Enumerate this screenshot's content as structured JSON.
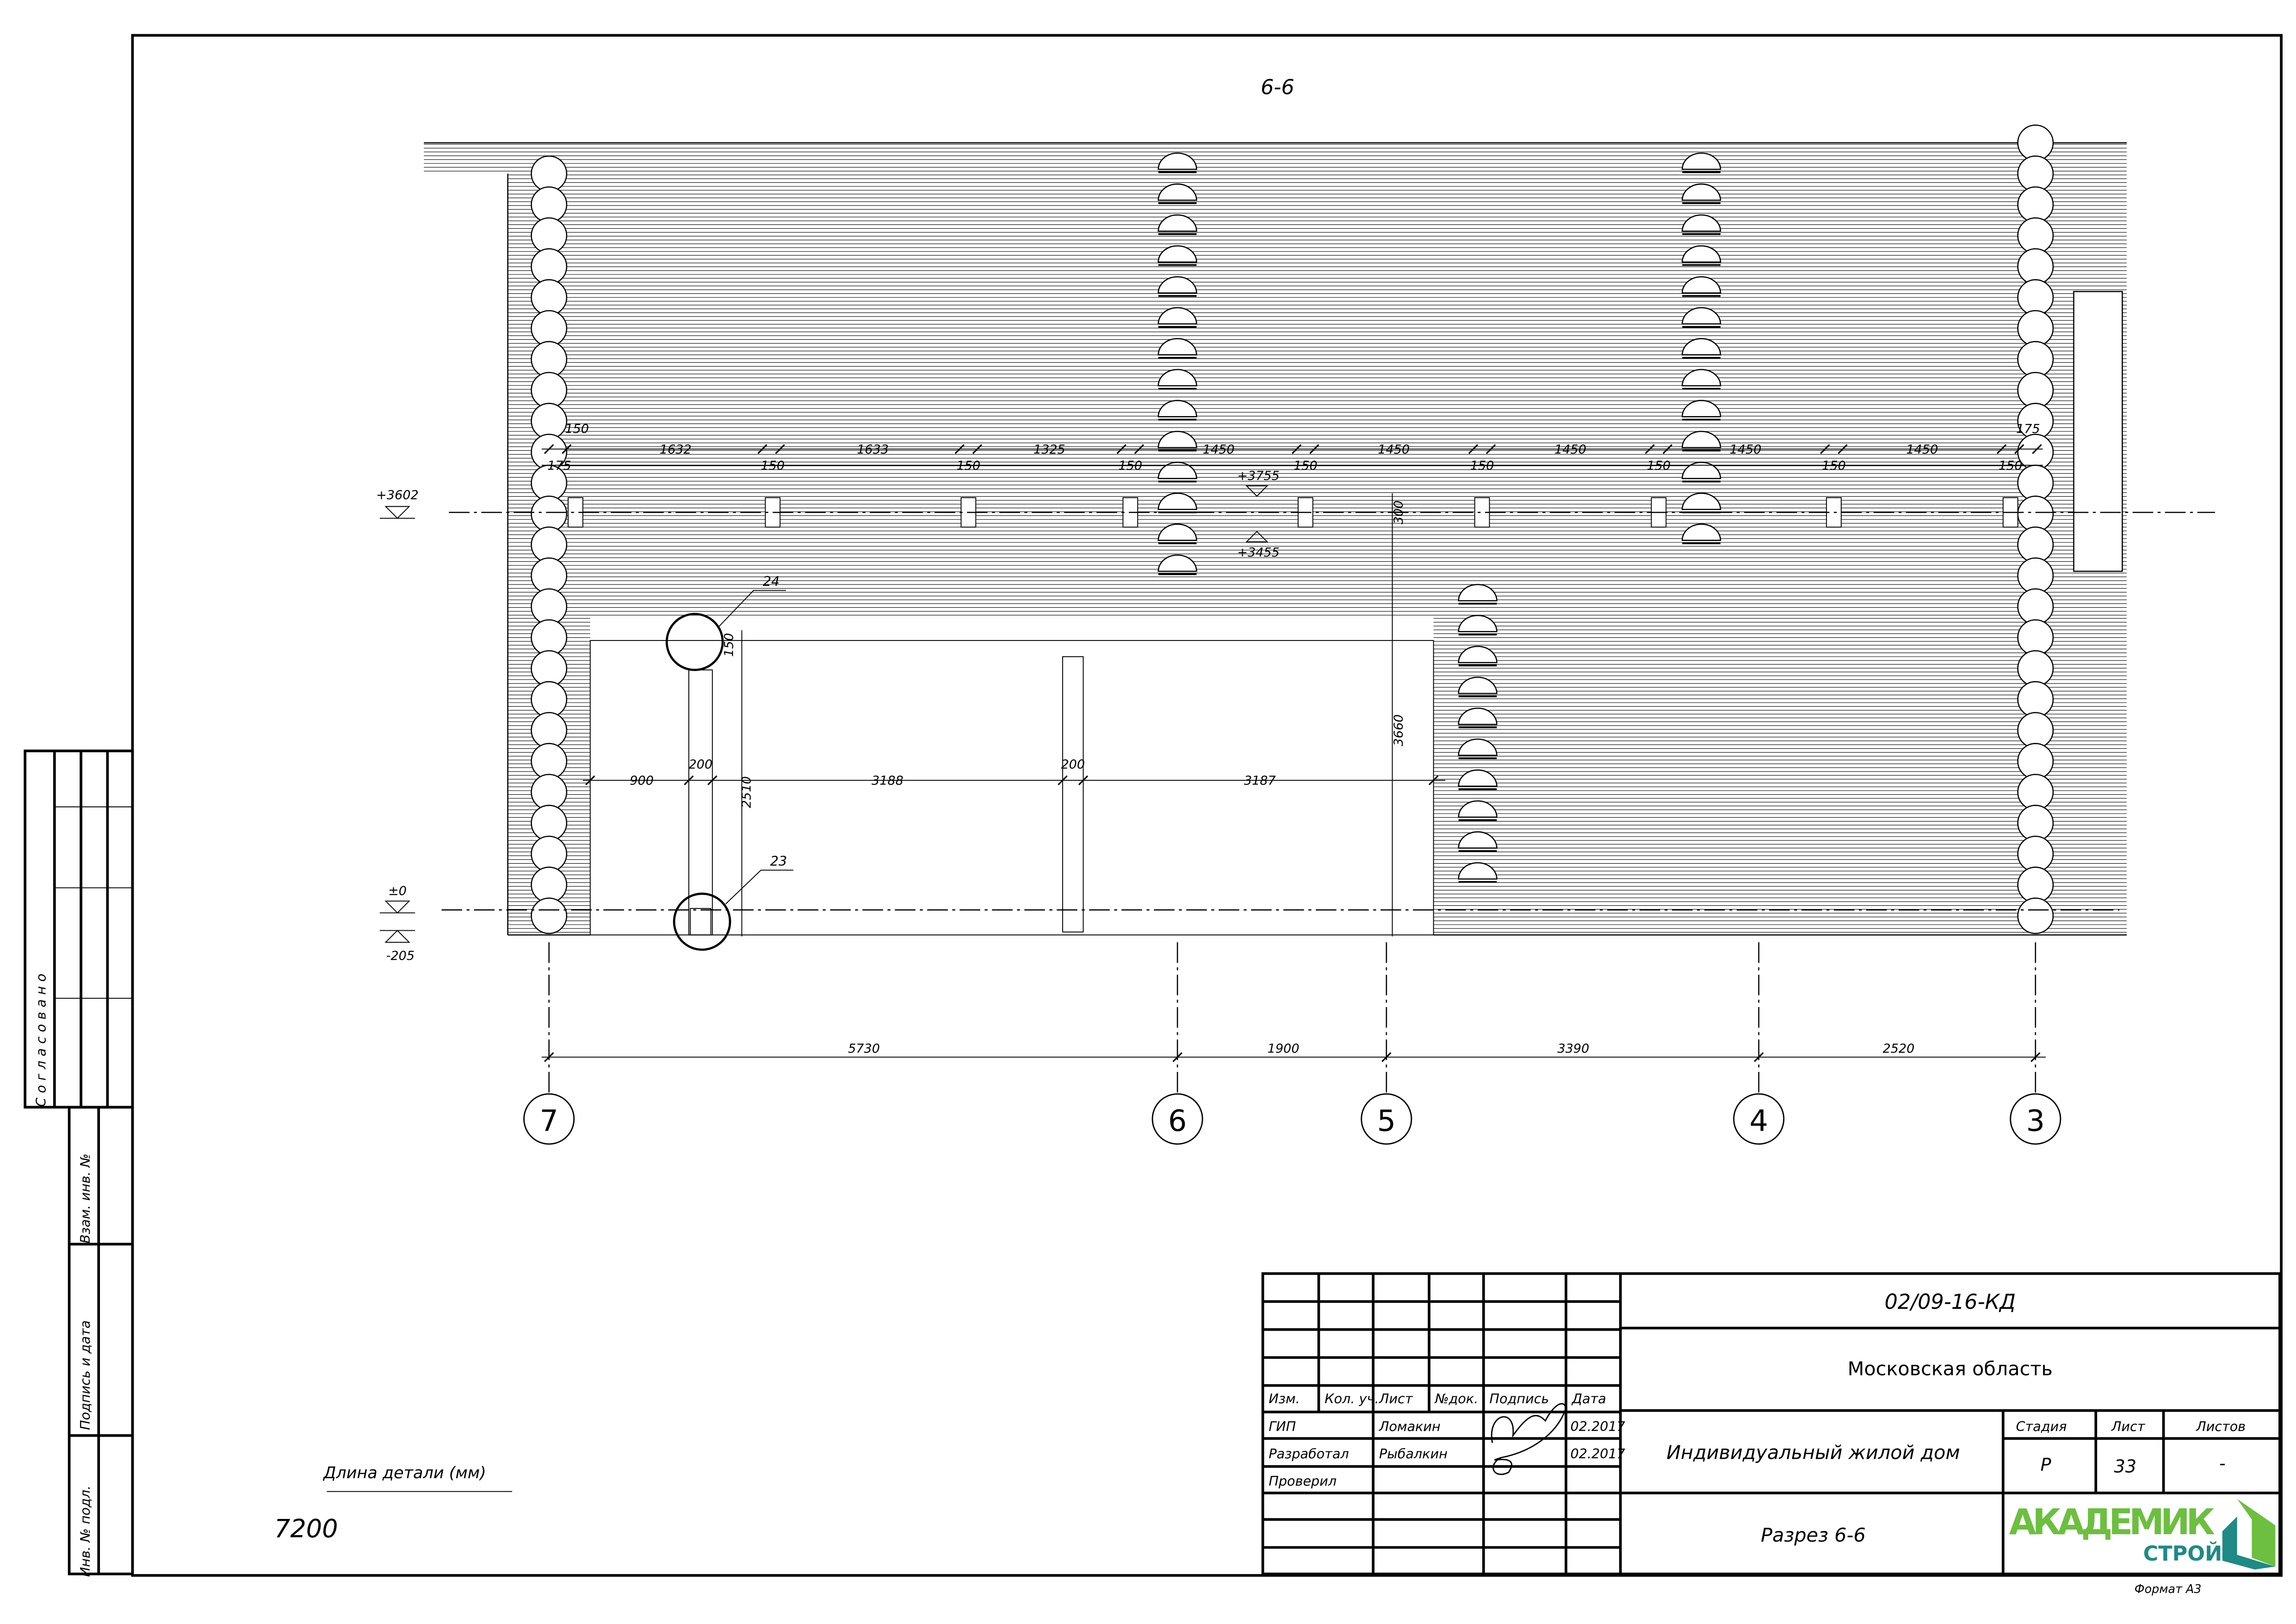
{
  "section_title": "6-6",
  "levels": {
    "top": "+3602",
    "zero": "±0",
    "minus": "-205",
    "upper_mark": "+3755",
    "lower_mark": "+3455"
  },
  "top_dims_row1": [
    "150",
    "1632",
    "1633",
    "1325",
    "1450",
    "1450",
    "1450",
    "1450",
    "1450",
    "175"
  ],
  "top_dims_row2": [
    "175",
    "150",
    "150",
    "150",
    "150",
    "150",
    "150",
    "150",
    "150"
  ],
  "vertical_dims": {
    "d300": "300",
    "d3660": "3660",
    "d2510": "2510",
    "d150": "150"
  },
  "mid_dims": [
    "900",
    "200",
    "3188",
    "200",
    "3187"
  ],
  "bottom_dims": [
    "5730",
    "1900",
    "3390",
    "2520"
  ],
  "axes": [
    "7",
    "6",
    "5",
    "4",
    "3"
  ],
  "callouts": [
    "24",
    "23"
  ],
  "detail_length": {
    "label": "Длина детали (мм)",
    "value": "7200"
  },
  "side_stamps": {
    "agreed": "Согласовано",
    "inv_replace": "Взам. инв. №",
    "sign_date": "Подпись и дата",
    "inv_orig": "Инв. № подл."
  },
  "title_block": {
    "code": "02/09-16-КД",
    "region": "Московская область",
    "headers": [
      "Изм.",
      "Кол. уч.",
      "Лист",
      "№док.",
      "Подпись",
      "Дата"
    ],
    "rows": [
      {
        "role": "ГИП",
        "name": "Ломакин",
        "date": "02.2017"
      },
      {
        "role": "Разработал",
        "name": "Рыбалкин",
        "date": "02.2017"
      },
      {
        "role": "Проверил",
        "name": "",
        "date": ""
      }
    ],
    "object": "Индивидуальный жилой дом",
    "stage_label": "Стадия",
    "sheet_label": "Лист",
    "sheets_label": "Листов",
    "stage": "Р",
    "sheet": "33",
    "sheets": "-",
    "drawing_name": "Разрез 6-6",
    "logo_main": "АКАДЕМИК",
    "logo_sub": "СТРОЙ",
    "format": "Формат А3"
  },
  "colors": {
    "logo_green": "#6cbf3f",
    "logo_teal": "#1f8a86"
  }
}
